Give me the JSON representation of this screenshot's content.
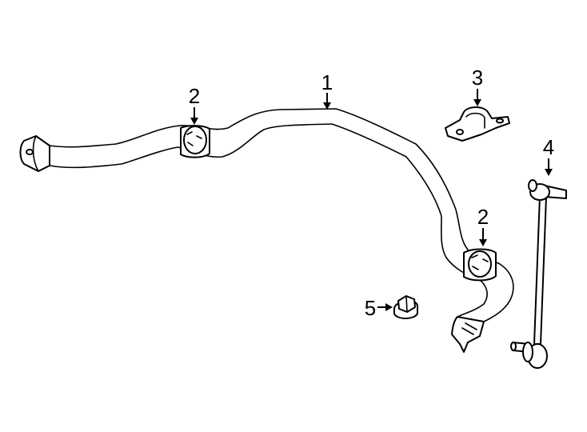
{
  "callouts": [
    {
      "id": "1",
      "label": "1"
    },
    {
      "id": "2a",
      "label": "2"
    },
    {
      "id": "2b",
      "label": "2"
    },
    {
      "id": "3",
      "label": "3"
    },
    {
      "id": "4",
      "label": "4"
    },
    {
      "id": "5",
      "label": "5"
    }
  ],
  "colors": {
    "line": "#000000",
    "background": "#ffffff"
  }
}
